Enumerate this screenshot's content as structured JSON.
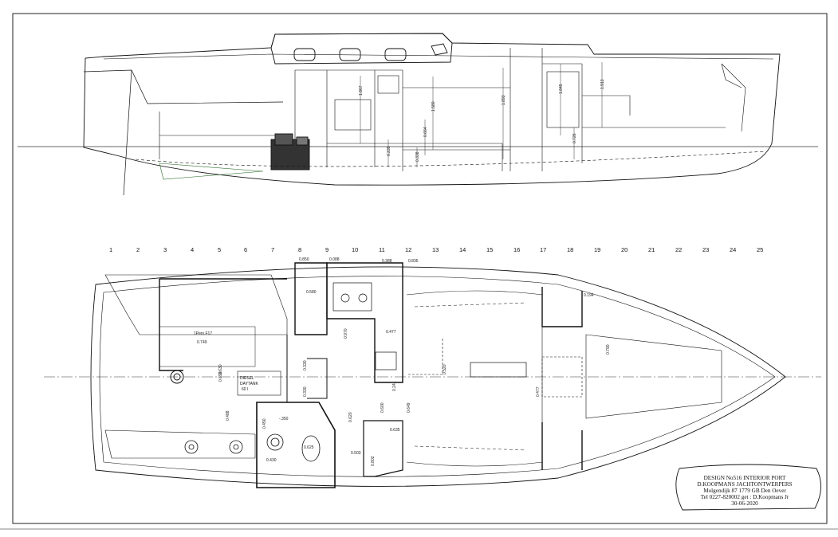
{
  "title_block": {
    "line1": "DESIGN No516 INTERIOR PORT",
    "line2": "D.KOOPMANS JACHTONTWERPERS",
    "line3": "Molgendijk 87 1779 GB Den Oever",
    "line4": "Tel 0227-820002 get : D.Koopmans Jr",
    "line5": "30-06-2020"
  },
  "frame_numbers": [
    "1",
    "2",
    "3",
    "4",
    "5",
    "6",
    "7",
    "8",
    "9",
    "10",
    "11",
    "12",
    "13",
    "14",
    "15",
    "16",
    "17",
    "18",
    "19",
    "20",
    "21",
    "22",
    "23",
    "24",
    "25"
  ],
  "profile_dimensions": [
    "1.867",
    "1.580",
    "1.893",
    "1.849",
    "1.913",
    "0.239",
    "0.664",
    "0.338",
    "0.726"
  ],
  "plan_dimensions": {
    "top_widths": [
      "0.850",
      "0.088",
      "0.388",
      "0.835"
    ],
    "nav_width": "0.580",
    "galley_width": "0.477",
    "bow_width": "0.194",
    "vberth_width": "0.790",
    "saloon_width": "0.520",
    "aft_cabin_width": "0.749",
    "aft_cabin_depth": "0.488",
    "locker_depth": "0.690",
    "head_width": "0.430",
    "head_depth": "0.450",
    "table_a": "0.600",
    "table_b": "0.649",
    "table_c": "0.635",
    "mast_label": "0.241",
    "lower_a": "0.503",
    "lower_b": "0.802",
    "lower_c": "0.620",
    "fwd_a": "0.477",
    "vert_a": "0.970",
    "vert_b": "0.330",
    "vert_c": "0.330",
    "engine_w": "0.630",
    "head_sink": "-.350",
    "head_wc": "0.625"
  },
  "plan_labels": {
    "berth": "1Pers.F17",
    "tank_line1": "DIESEL",
    "tank_line2": "DAYTANK",
    "tank_line3": "60 l"
  }
}
